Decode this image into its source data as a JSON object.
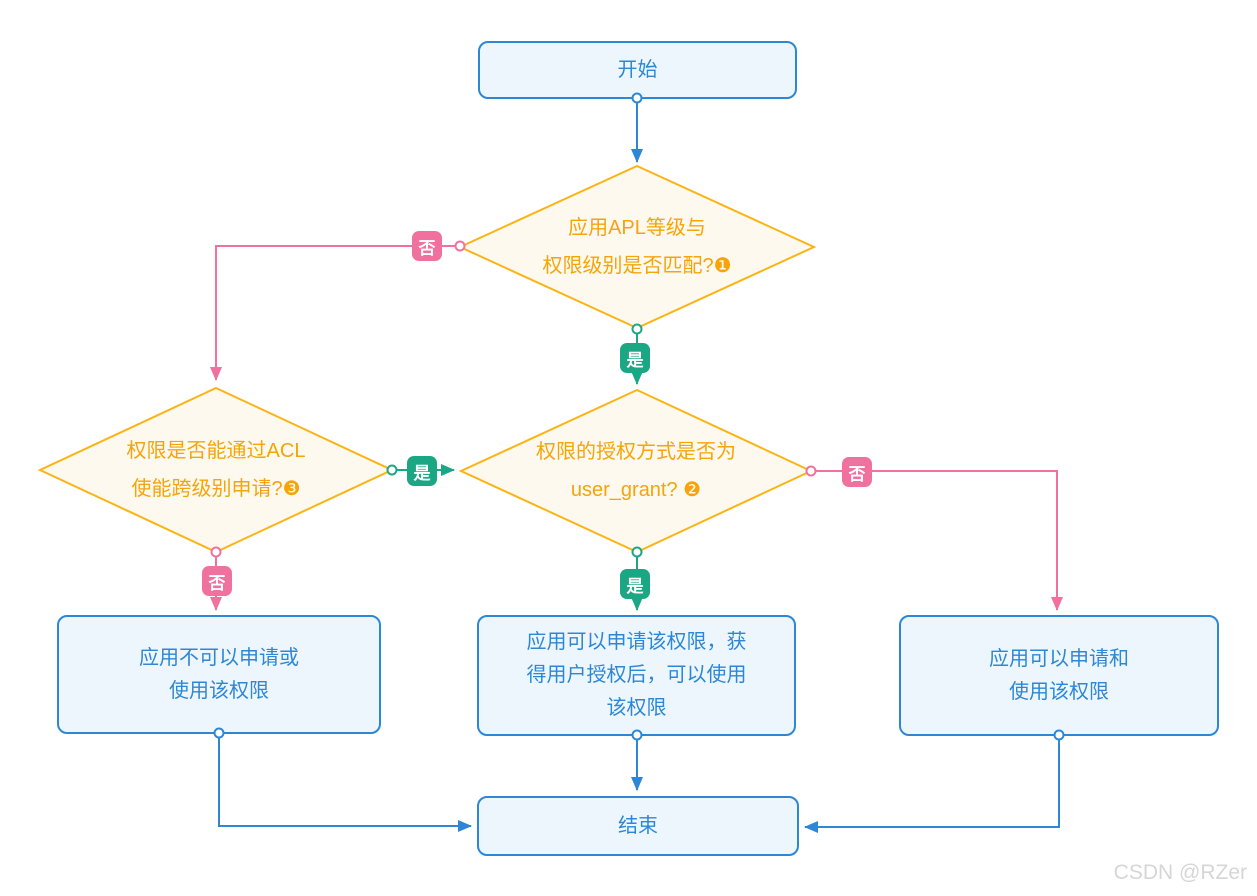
{
  "diagram": {
    "type": "flowchart",
    "nodes": {
      "start": {
        "label": "开始"
      },
      "decision_apl": {
        "line1": "应用APL等级与",
        "line2": "权限级别是否匹配?❶"
      },
      "decision_acl": {
        "line1": "权限是否能通过ACL",
        "line2": "使能跨级别申请?❸"
      },
      "decision_grant": {
        "line1": "权限的授权方式是否为",
        "line2": "user_grant? ❷"
      },
      "result_deny": {
        "line1": "应用不可以申请或",
        "line2": "使用该权限"
      },
      "result_user_grant": {
        "line1": "应用可以申请该权限，获",
        "line2": "得用户授权后，可以使用",
        "line3": "该权限"
      },
      "result_allow": {
        "line1": "应用可以申请和",
        "line2": "使用该权限"
      },
      "end": {
        "label": "结束"
      }
    },
    "edges": [
      {
        "from": "start",
        "to": "decision_apl",
        "label": ""
      },
      {
        "from": "decision_apl",
        "to": "decision_acl",
        "label": "否"
      },
      {
        "from": "decision_apl",
        "to": "decision_grant",
        "label": "是"
      },
      {
        "from": "decision_acl",
        "to": "decision_grant",
        "label": "是"
      },
      {
        "from": "decision_acl",
        "to": "result_deny",
        "label": "否"
      },
      {
        "from": "decision_grant",
        "to": "result_user_grant",
        "label": "是"
      },
      {
        "from": "decision_grant",
        "to": "result_allow",
        "label": "否"
      },
      {
        "from": "result_deny",
        "to": "end",
        "label": ""
      },
      {
        "from": "result_user_grant",
        "to": "end",
        "label": ""
      },
      {
        "from": "result_allow",
        "to": "end",
        "label": ""
      }
    ],
    "colors": {
      "blue_stroke": "#2e87d5",
      "blue_fill": "#edf6fd",
      "orange_stroke": "#fbb414",
      "orange_text": "#f5a40a",
      "cream_fill": "#fdf9ef",
      "pink": "#f1719e",
      "green": "#1ba784",
      "watermark": "#d6d6d6"
    }
  },
  "watermark": {
    "text": "CSDN @RZer"
  }
}
